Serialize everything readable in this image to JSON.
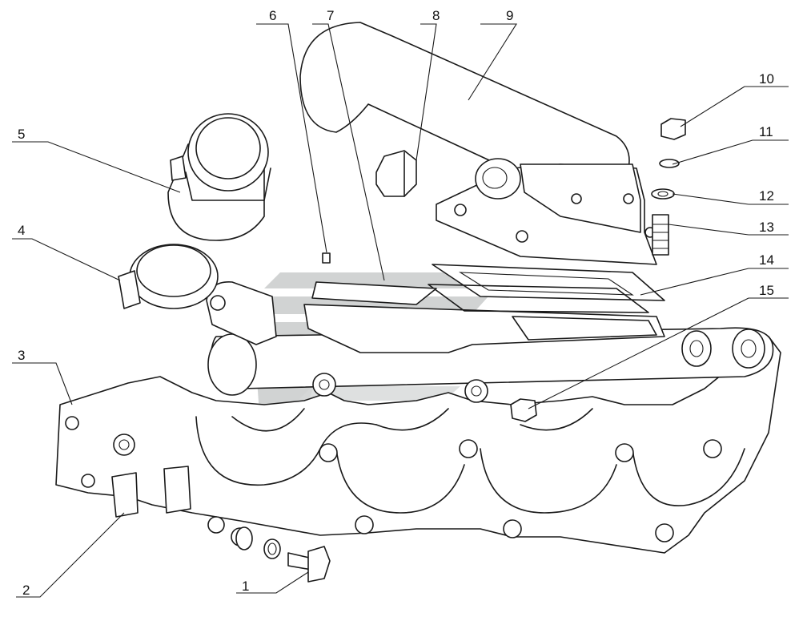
{
  "callouts": [
    {
      "id": 1,
      "label": "1"
    },
    {
      "id": 2,
      "label": "2"
    },
    {
      "id": 3,
      "label": "3"
    },
    {
      "id": 4,
      "label": "4"
    },
    {
      "id": 5,
      "label": "5"
    },
    {
      "id": 6,
      "label": "6"
    },
    {
      "id": 7,
      "label": "7"
    },
    {
      "id": 8,
      "label": "8"
    },
    {
      "id": 9,
      "label": "9"
    },
    {
      "id": 10,
      "label": "10"
    },
    {
      "id": 11,
      "label": "11"
    },
    {
      "id": 12,
      "label": "12"
    },
    {
      "id": 13,
      "label": "13"
    },
    {
      "id": 14,
      "label": "14"
    },
    {
      "id": 15,
      "label": "15"
    }
  ],
  "colors": {
    "line": "#1a1a1a",
    "watermark": "#c9cbcb",
    "background": "#ffffff"
  },
  "watermark_icon": "brand-logo-watermark"
}
